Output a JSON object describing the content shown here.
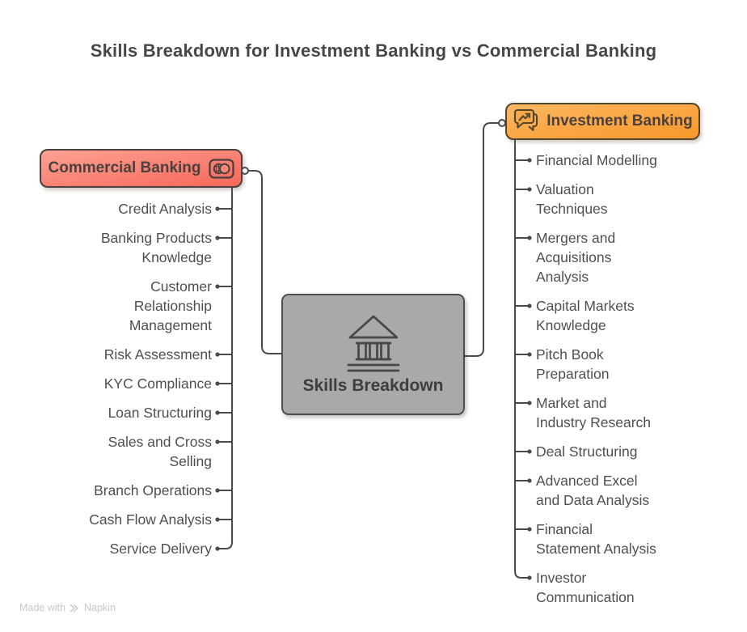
{
  "title": "Skills Breakdown for Investment Banking vs Commercial Banking",
  "center": {
    "label": "Skills Breakdown",
    "icon": "bank-icon"
  },
  "branches": {
    "left": {
      "label": "Commercial Banking",
      "icon": "payment-card-icon",
      "items": [
        [
          "Credit Analysis"
        ],
        [
          "Banking Products",
          "Knowledge"
        ],
        [
          "Customer",
          "Relationship",
          "Management"
        ],
        [
          "Risk Assessment"
        ],
        [
          "KYC Compliance"
        ],
        [
          "Loan Structuring"
        ],
        [
          "Sales and Cross",
          "Selling"
        ],
        [
          "Branch Operations"
        ],
        [
          "Cash Flow Analysis"
        ],
        [
          "Service Delivery"
        ]
      ]
    },
    "right": {
      "label": "Investment Banking",
      "icon": "chat-trend-icon",
      "items": [
        [
          "Financial Modelling"
        ],
        [
          "Valuation",
          "Techniques"
        ],
        [
          "Mergers and",
          "Acquisitions",
          "Analysis"
        ],
        [
          "Capital Markets",
          "Knowledge"
        ],
        [
          "Pitch Book",
          "Preparation"
        ],
        [
          "Market and",
          "Industry Research"
        ],
        [
          "Deal Structuring"
        ],
        [
          "Advanced Excel",
          "and Data Analysis"
        ],
        [
          "Financial",
          "Statement Analysis"
        ],
        [
          "Investor",
          "Communication"
        ]
      ]
    }
  },
  "watermark": {
    "prefix": "Made with",
    "brand": "Napkin"
  },
  "colors": {
    "commercial_fill": "#f8756a",
    "commercial_border": "#4b403d",
    "investment_fill": "#f9a03c",
    "investment_border": "#53462f",
    "central_fill": "#a9a9a9",
    "wire": "#4a4a4a",
    "item_text": "#4f4f4f",
    "title_text": "#474747"
  }
}
